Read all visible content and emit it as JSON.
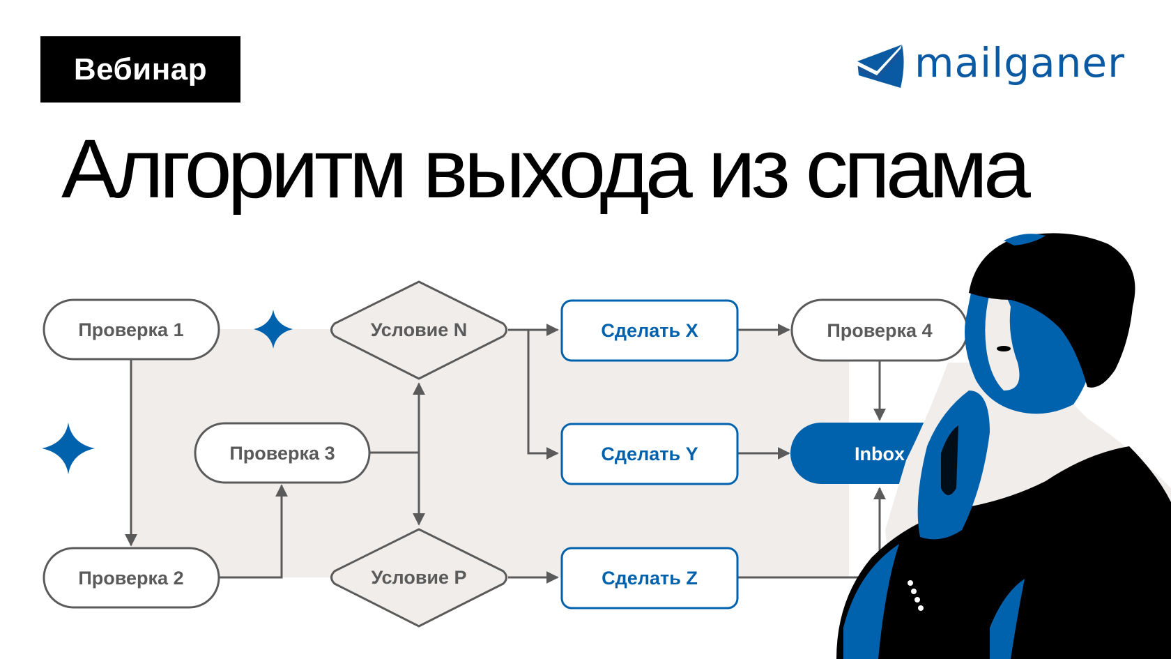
{
  "badge": {
    "label": "Вебинар"
  },
  "logo": {
    "text": "mailganer",
    "icon": "envelope-check-icon",
    "color": "#0a5aa3"
  },
  "title": "Алгоритм выхода из спама",
  "colors": {
    "accent": "#0061ad",
    "stroke": "#5a5a5a",
    "panel": "#f0edea",
    "text_gray": "#5a5a5a"
  },
  "flowchart": {
    "nodes": {
      "check1": "Проверка 1",
      "check2": "Проверка 2",
      "check3": "Проверка 3",
      "check4": "Проверка 4",
      "condN": "Условие N",
      "condP": "Условие P",
      "doX": "Сделать X",
      "doY": "Сделать Y",
      "doZ": "Сделать Z",
      "inbox": "Inbox"
    },
    "decorations": [
      "sparkle-star-icon",
      "sparkle-star-icon"
    ]
  },
  "illustration": {
    "subject": "person-thinking-illustration"
  }
}
